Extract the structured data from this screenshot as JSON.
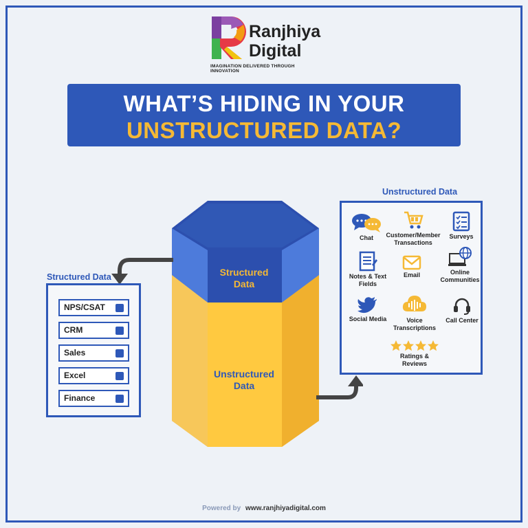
{
  "brand": {
    "name_line1": "Ranjhiya",
    "name_line2": "Digital",
    "tagline": "IMAGINATION DELIVERED THROUGH INNOVATION"
  },
  "title": {
    "line1": "WHAT’S HIDING IN YOUR",
    "line2": "UNSTRUCTURED DATA?"
  },
  "cylinder": {
    "top_label": "Structured Data",
    "bottom_label": "Unstructured Data"
  },
  "structured": {
    "heading": "Structured Data",
    "items": [
      "NPS/CSAT",
      "CRM",
      "Sales",
      "Excel",
      "Finance"
    ]
  },
  "unstructured": {
    "heading": "Unstructured Data",
    "items": [
      {
        "label": "Chat",
        "icon": "chat-icon"
      },
      {
        "label": "Customer/Member Transactions",
        "icon": "cart-icon"
      },
      {
        "label": "Surveys",
        "icon": "survey-icon"
      },
      {
        "label": "Notes & Text Fields",
        "icon": "notes-icon"
      },
      {
        "label": "Email",
        "icon": "email-icon"
      },
      {
        "label": "Online Communities",
        "icon": "globe-computer-icon"
      },
      {
        "label": "Social Media",
        "icon": "bird-icon"
      },
      {
        "label": "Voice Transcriptions",
        "icon": "voice-cloud-icon"
      },
      {
        "label": "Call Center",
        "icon": "headset-icon"
      },
      {
        "label": "Ratings & Reviews",
        "icon": "stars-icon"
      }
    ]
  },
  "footer": {
    "powered": "Powered by",
    "site": "www.ranjhiyadigital.com"
  },
  "colors": {
    "primary_blue": "#2e58b8",
    "dark_blue": "#2c4fae",
    "gold": "#f5b935",
    "background": "#eef2f7"
  }
}
